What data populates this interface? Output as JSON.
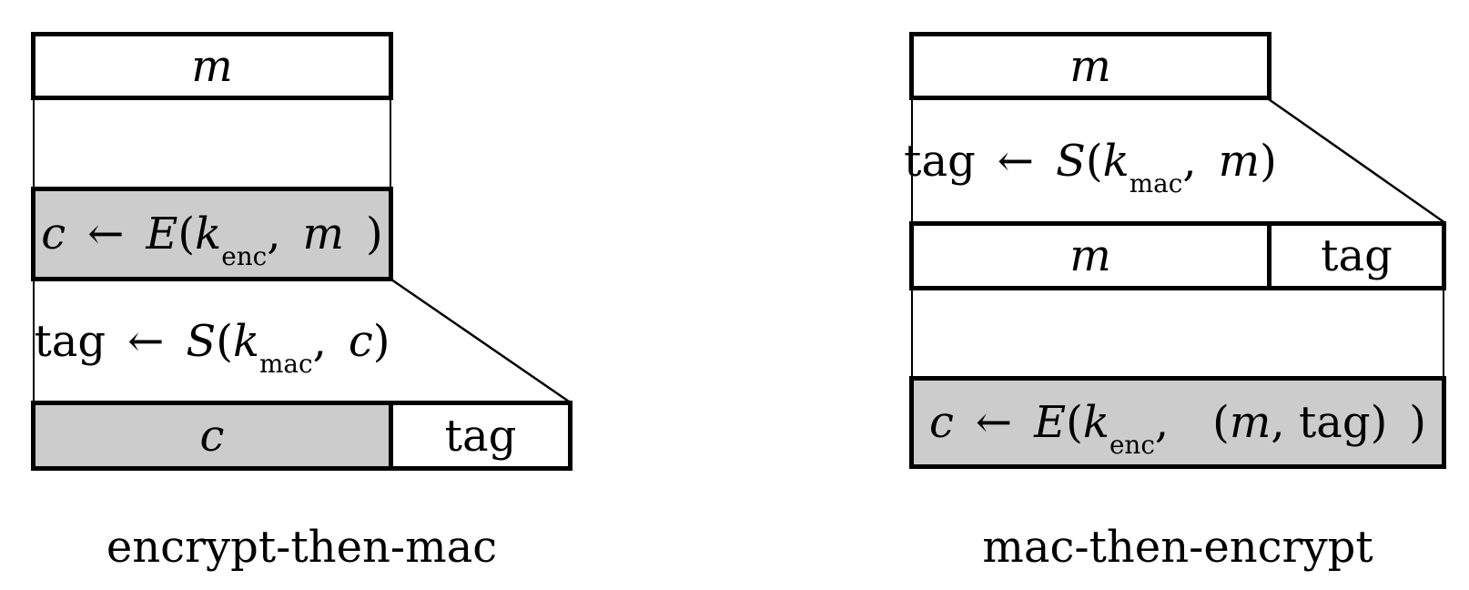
{
  "figure": {
    "colors": {
      "fill_gray": "#cccccc",
      "fill_white": "#ffffff",
      "stroke": "#000000"
    },
    "left": {
      "caption": "encrypt-then-mac",
      "message_label": "m",
      "encrypt_formula": {
        "var": "c",
        "arrow": " ← ",
        "fn": "E",
        "open": "(",
        "k": "k",
        "sub": "enc",
        "sep": ", ",
        "arg": "m",
        "close": " )"
      },
      "mac_formula": {
        "head": "tag ← ",
        "fn": "S",
        "open": "(",
        "k": "k",
        "sub": "mac",
        "sep": ", ",
        "arg": "c",
        "close": ")"
      },
      "output_row": {
        "cipher": "c",
        "tag": "tag"
      }
    },
    "right": {
      "caption": "mac-then-encrypt",
      "message_label": "m",
      "mac_formula": {
        "head": "tag ← ",
        "fn": "S",
        "open": "(",
        "k": "k",
        "sub": "mac",
        "sep": ", ",
        "arg": "m",
        "close": ")"
      },
      "mid_row": {
        "message": "m",
        "tag": "tag"
      },
      "encrypt_formula": {
        "var": "c",
        "arrow": " ← ",
        "fn": "E",
        "open": "(",
        "k": "k",
        "sub": "enc",
        "sep": ",  (",
        "arg": "m",
        "close": ", tag) )"
      }
    }
  }
}
